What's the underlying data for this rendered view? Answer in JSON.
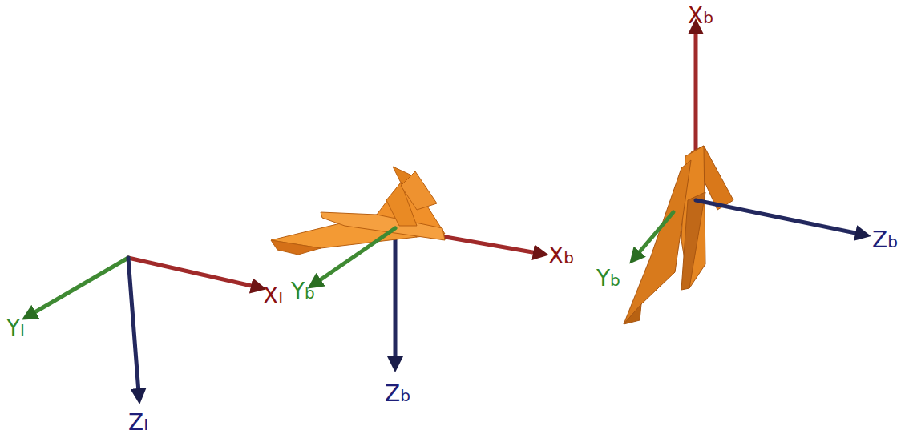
{
  "diagram": {
    "labels": [
      "XI",
      "YI",
      "ZI",
      "Xb",
      "Yb",
      "Zb",
      "Xb",
      "Yb",
      "Zb"
    ]
  }
}
